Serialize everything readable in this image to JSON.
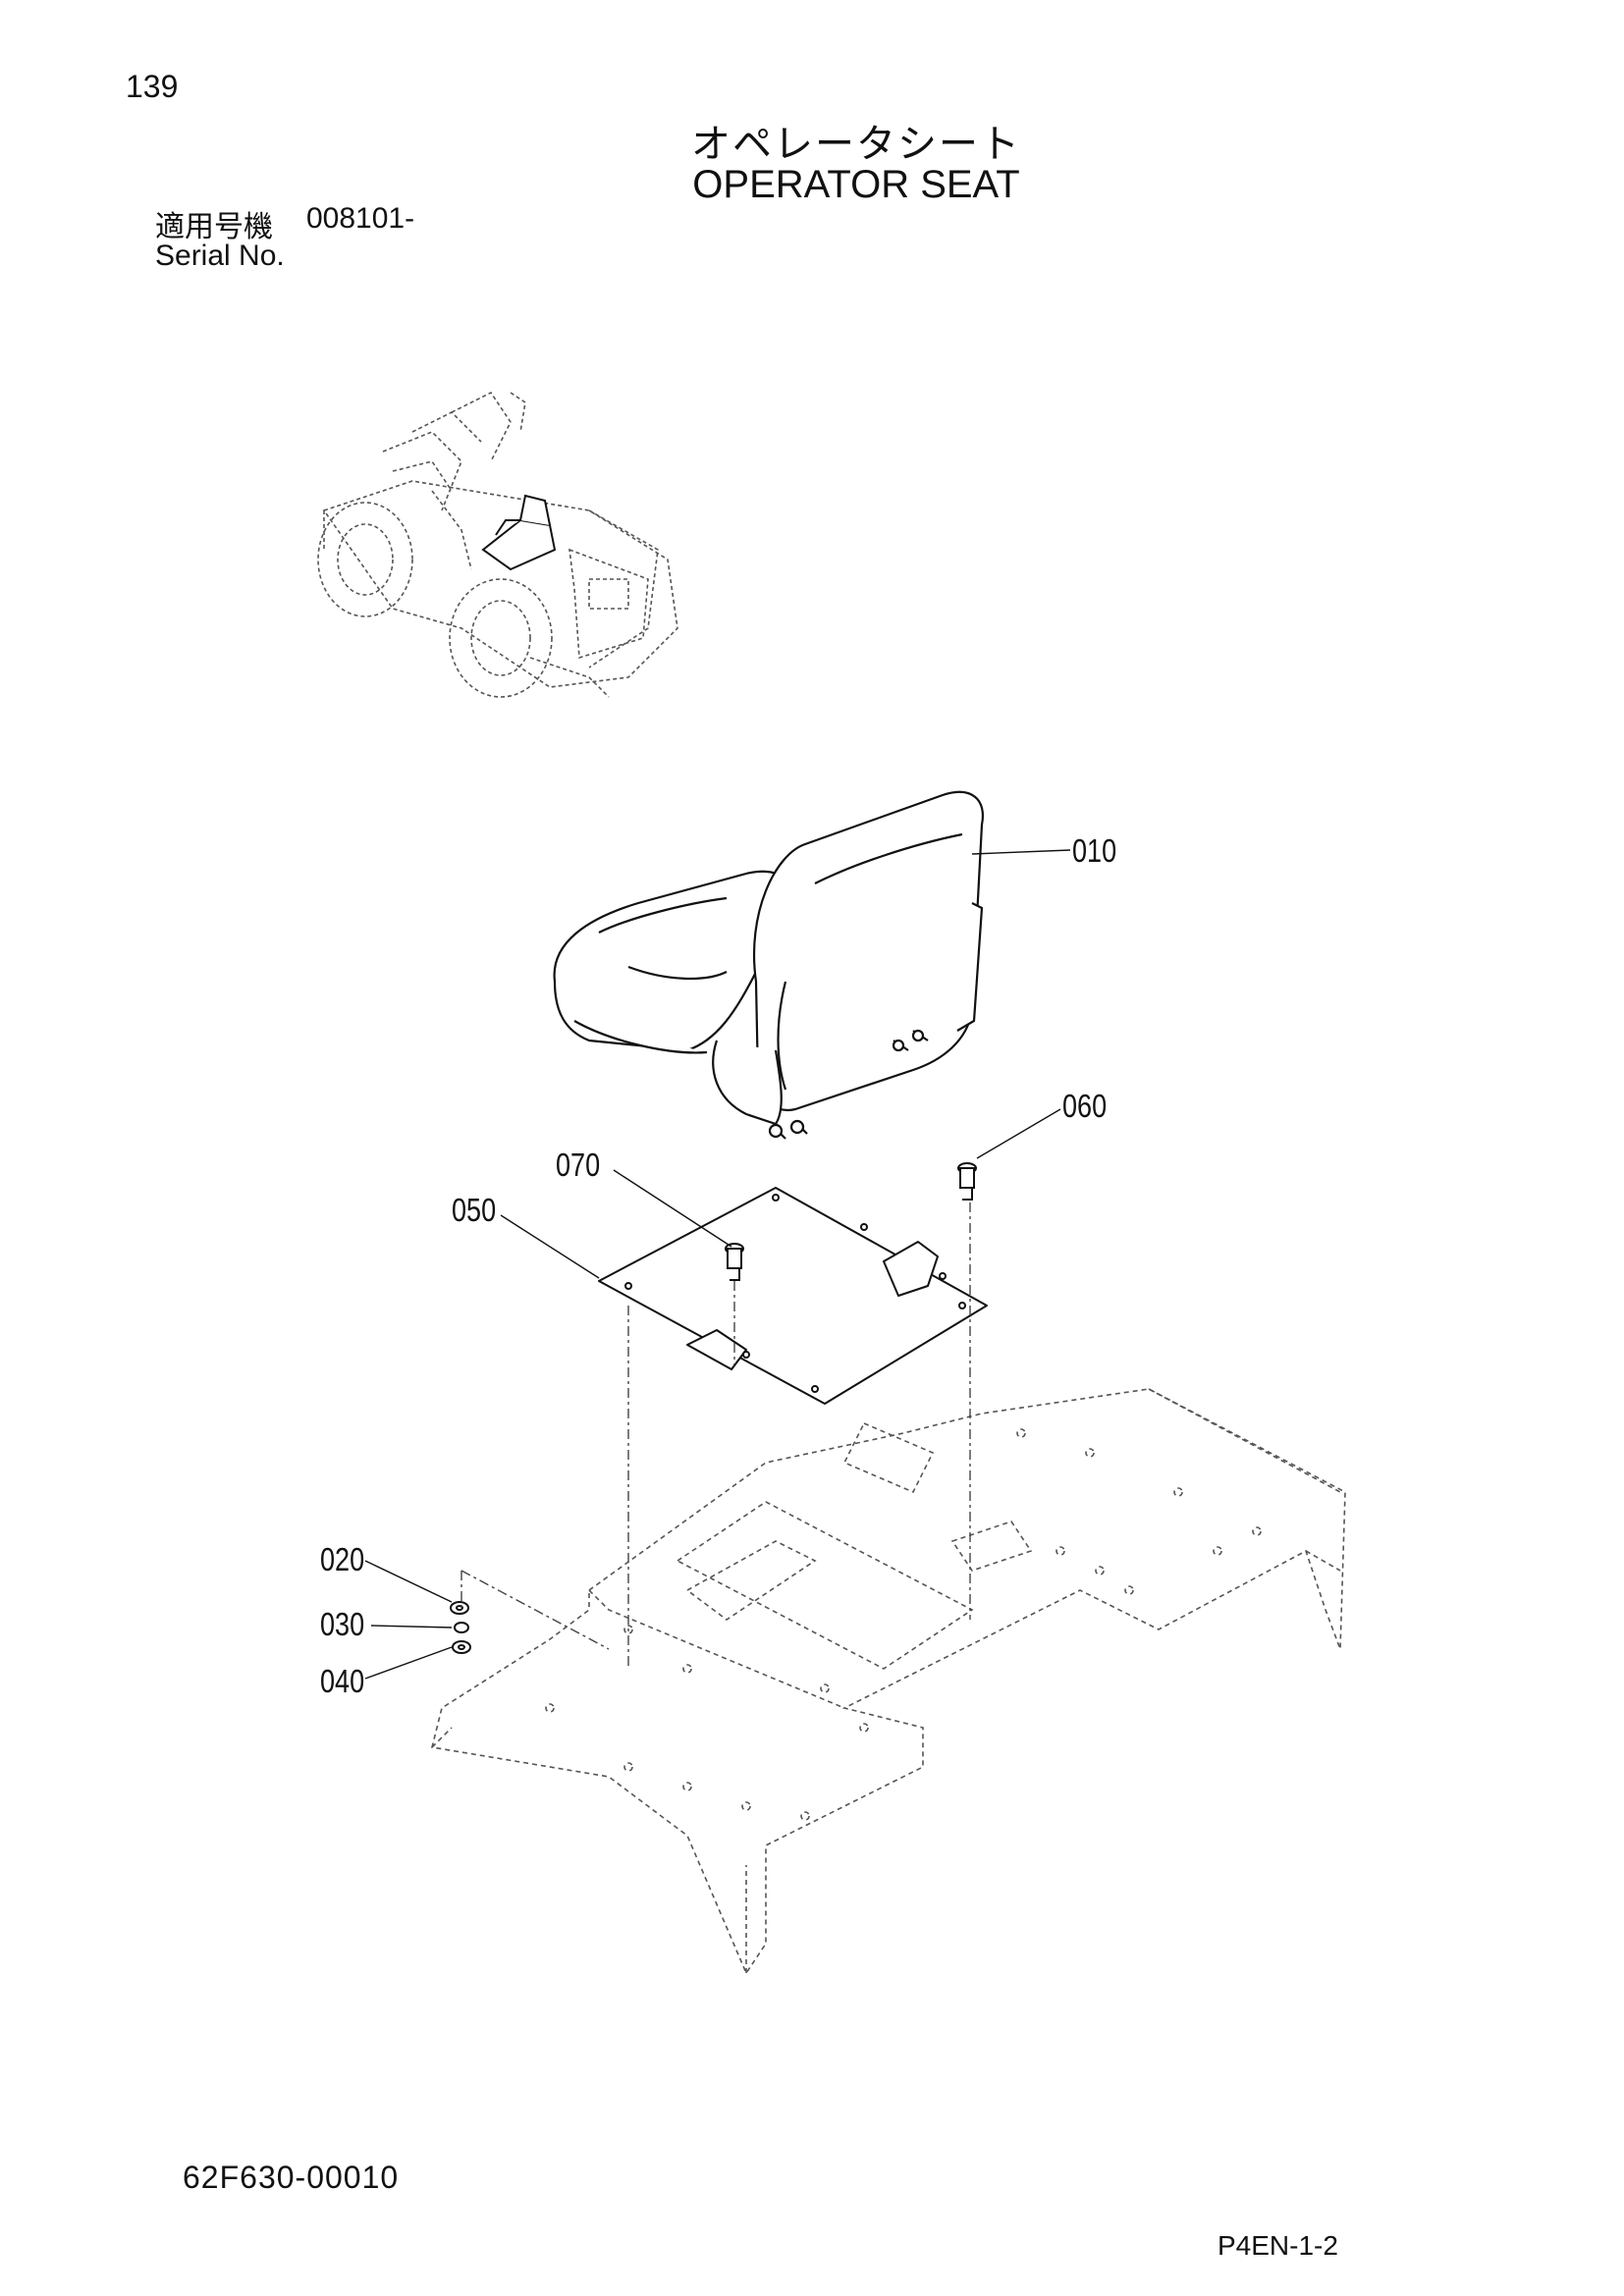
{
  "header": {
    "page_number": "139",
    "title_jp": "オペレータシート",
    "title_en": "OPERATOR SEAT",
    "serial_label_jp": "適用号機",
    "serial_value": "008101-",
    "serial_label_en": "Serial No."
  },
  "callouts": {
    "c010": "010",
    "c020": "020",
    "c030": "030",
    "c040": "040",
    "c050": "050",
    "c060": "060",
    "c070": "070"
  },
  "footer": {
    "drawing_number": "62F630-00010",
    "page_code": "P4EN-1-2"
  }
}
